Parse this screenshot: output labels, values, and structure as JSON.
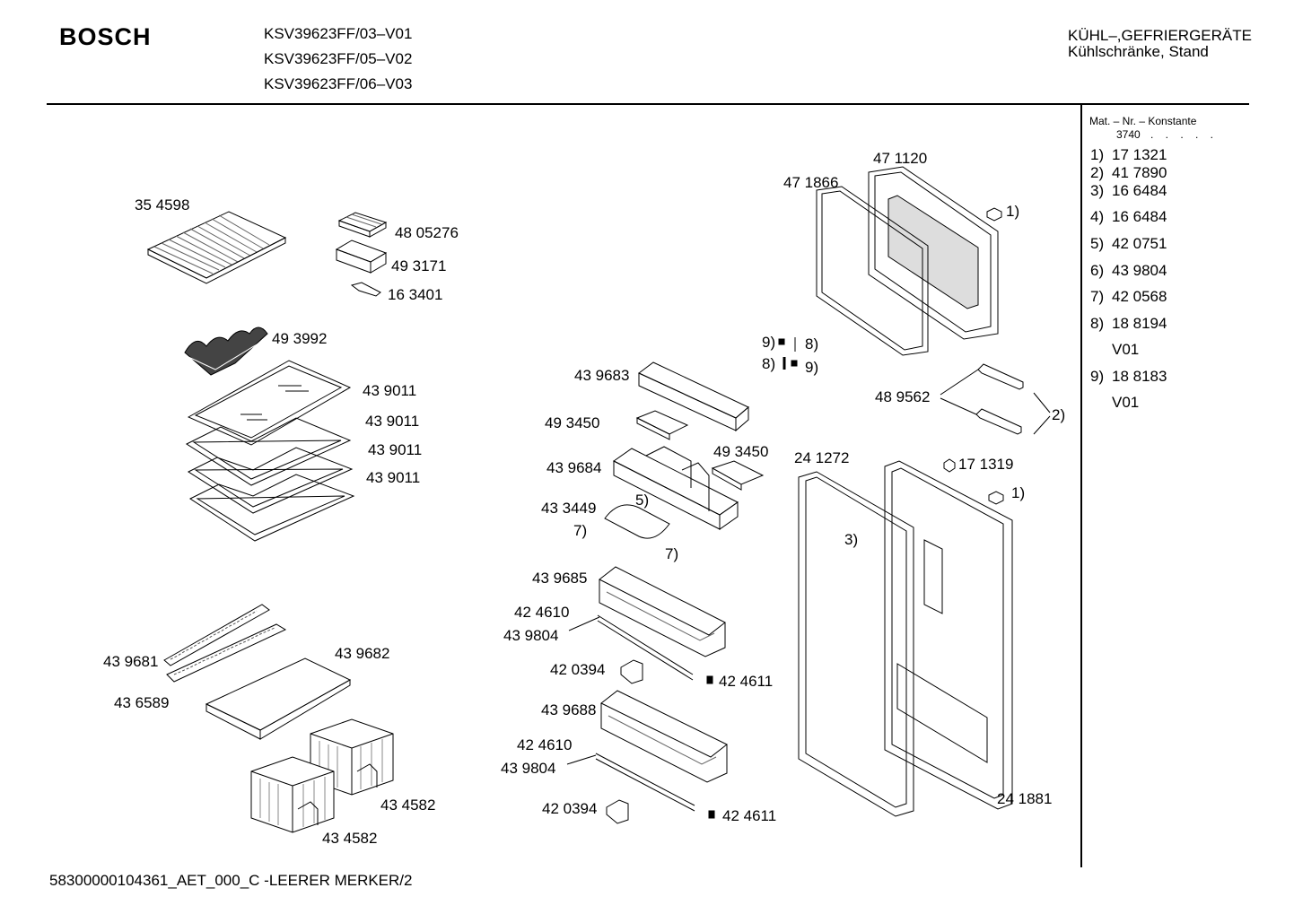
{
  "header": {
    "brand": "BOSCH",
    "models": [
      "KSV39623FF/03–V01",
      "KSV39623FF/05–V02",
      "KSV39623FF/06–V03"
    ],
    "category_line1": "KÜHL–,GEFRIERGERÄTE",
    "category_line2": "Kühlschränke, Stand"
  },
  "legend": {
    "title": "Mat. – Nr. – Konstante",
    "konstante": "3740",
    "dots": ". . . . .",
    "items": [
      {
        "num": "1)",
        "value": "17 1321"
      },
      {
        "num": "2)",
        "value": "41 7890"
      },
      {
        "num": "3)",
        "value": "16 6484"
      },
      {
        "num": "4)",
        "value": "16 6484"
      },
      {
        "num": "5)",
        "value": "42 0751"
      },
      {
        "num": "6)",
        "value": "43 9804"
      },
      {
        "num": "7)",
        "value": "42 0568"
      },
      {
        "num": "8)",
        "value": "18 8194"
      },
      {
        "num": "",
        "value": "V01"
      },
      {
        "num": "9)",
        "value": "18 8183"
      },
      {
        "num": "",
        "value": "V01"
      }
    ]
  },
  "parts": {
    "p354598": "35 4598",
    "p4805276": "48 05276",
    "p493171": "49 3171",
    "p163401": "16 3401",
    "p493992": "49 3992",
    "p439011_a": "43 9011",
    "p439011_b": "43 9011",
    "p439011_c": "43 9011",
    "p439011_d": "43 9011",
    "p439681": "43 9681",
    "p439682": "43 9682",
    "p436589": "43 6589",
    "p434582_a": "43 4582",
    "p434582_b": "43 4582",
    "p471120": "47 1120",
    "p471866": "47 1866",
    "ref1_top": "1)",
    "ref9_a": "9)",
    "ref8_a": "8)",
    "ref8_b": "8)",
    "ref9_b": "9)",
    "p439683": "43 9683",
    "p489562": "48 9562",
    "ref2": "2)",
    "p493450_a": "49 3450",
    "p493450_b": "49 3450",
    "p439684": "43 9684",
    "p241272": "24 1272",
    "p171319": "17 1319",
    "ref1_bottom": "1)",
    "ref5": "5)",
    "p433449": "43 3449",
    "ref7_a": "7)",
    "ref7_b": "7)",
    "ref3": "3)",
    "p439685": "43 9685",
    "p424610_a": "42 4610",
    "p439804_a": "43 9804",
    "p420394_a": "42 0394",
    "p424611_a": "42 4611",
    "p439688": "43 9688",
    "p424610_b": "42 4610",
    "p439804_b": "43 9804",
    "p420394_b": "42 0394",
    "p424611_b": "42 4611",
    "p241881": "24 1881"
  },
  "footer": {
    "text": "58300000104361_AET_000_C  -LEERER MERKER/2"
  }
}
